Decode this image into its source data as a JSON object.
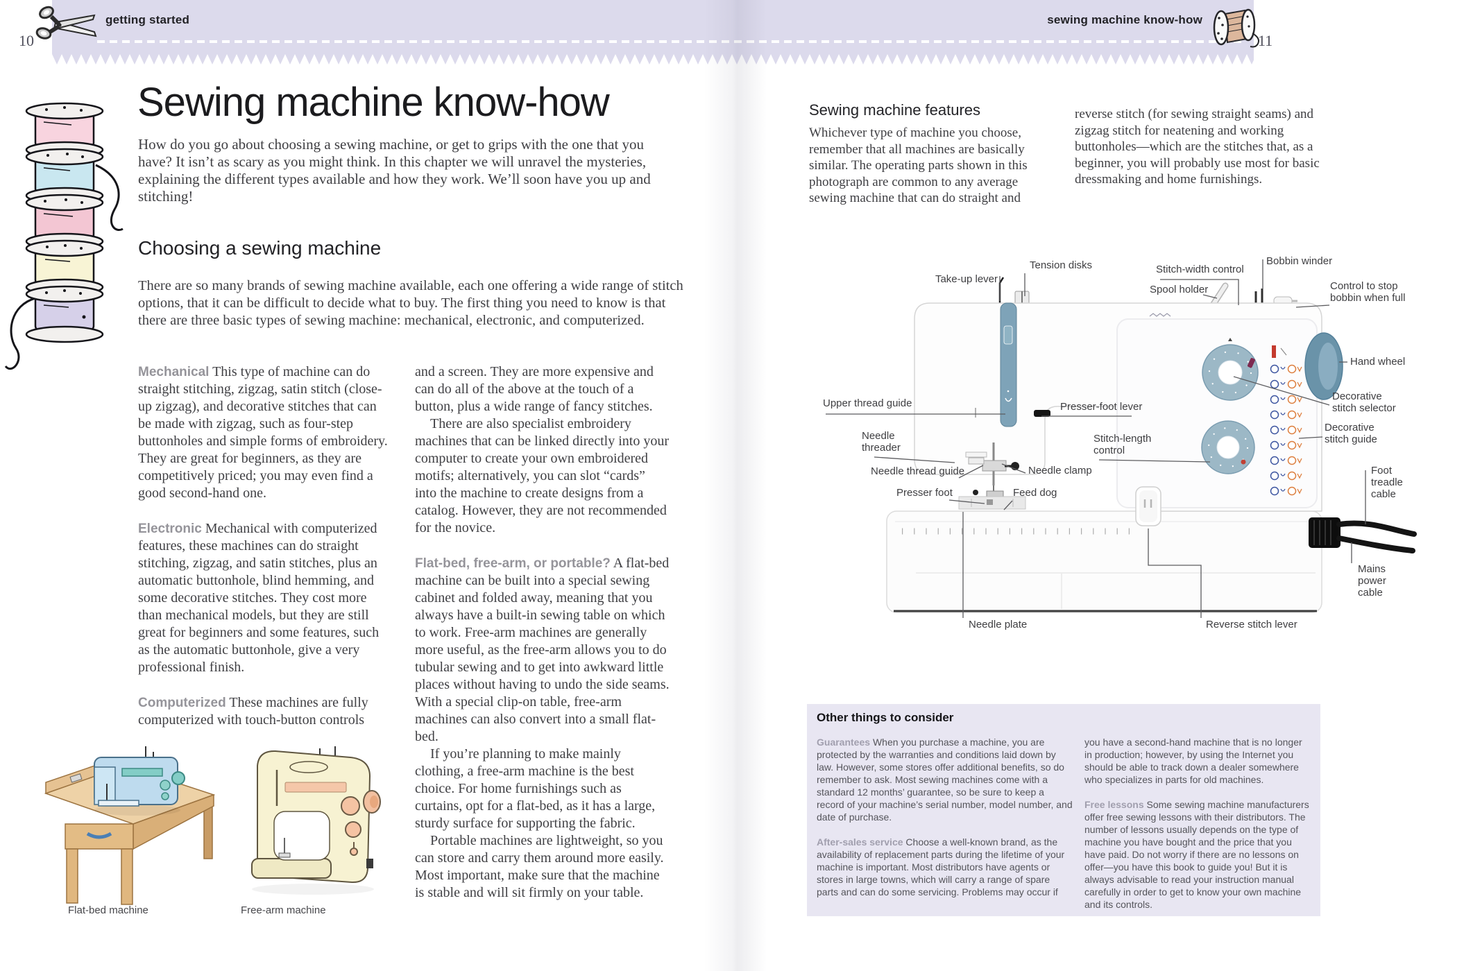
{
  "colors": {
    "band": "#dcdaec",
    "box_bg": "#e8e6f2",
    "lead_gray": "#95949a",
    "box_lead": "#a19fae",
    "text": "#3f3f43",
    "box_text": "#55555b",
    "heading": "#1b1b1e",
    "label": "#3e3e41",
    "caption": "#47474b",
    "page_number": "#50505c",
    "machine_blue": "#7ea3b8",
    "dial_blue": "#9cb8c6",
    "wheel_blue": "#6a93a9",
    "stitch_blue": "#3d55a0",
    "stitch_orange": "#dd7f3f",
    "leader": "#5b5b5e"
  },
  "header": {
    "left_title": "getting started",
    "right_title": "sewing machine know-how",
    "left_page_number": "10",
    "right_page_number": "11"
  },
  "left_page": {
    "title": "Sewing machine know-how",
    "intro": "How do you go about choosing a sewing machine, or get to grips with the one that you have? It isn’t as scary as you might think. In this chapter we will unravel the mysteries, explaining the different types available and how they work. We’ll soon have you up and stitching!",
    "section_heading": "Choosing a sewing machine",
    "section_intro": "There are so many brands of sewing machine available, each one offering a wide range of stitch options, that it can be difficult to decide what to buy. The first thing you need to know is that there are three basic types of sewing machine: mechanical, electronic, and computerized.",
    "col1": [
      {
        "lead": "Mechanical",
        "text": "This type of machine can do straight stitching, zigzag, satin stitch (close-up zigzag), and decorative stitches that can be made with zigzag, such as four-step buttonholes and simple forms of embroidery. They are great for beginners, as they are competitively priced; you may even find a good second-hand one."
      },
      {
        "lead": "Electronic",
        "text": "Mechanical with computerized features, these machines can do straight stitching, zigzag, and satin stitches, plus an automatic buttonhole, blind hemming, and some decorative stitches. They cost more than mechanical models, but they are still great for beginners and some features, such as the automatic buttonhole, give a very professional finish."
      },
      {
        "lead": "Computerized",
        "text": "These machines are fully computerized with touch-button controls"
      }
    ],
    "col2": [
      {
        "lead": "",
        "text": "and a screen. They are more expensive and can do all of the above at the touch of a button, plus a wide range of fancy stitches."
      },
      {
        "lead": "",
        "text": "There are also specialist embroidery machines that can be linked directly into your computer to create your own embroidered motifs; alternatively, you can slot “cards” into the machine to create designs from a catalog. However, they are not recommended for the novice."
      },
      {
        "lead": "Flat-bed, free-arm, or portable?",
        "text": "A flat-bed machine can be built into a special sewing cabinet and folded away, meaning that you always have a built-in sewing table on which to work. Free-arm machines are generally more useful, as the free-arm allows you to do tubular sewing and to get into awkward little places without having to undo the side seams. With a special clip-on table, free-arm machines can also convert into a small flat-bed."
      },
      {
        "lead": "",
        "text": "If you’re planning to make mainly clothing, a free-arm machine is the best choice. For home furnishings such as curtains, opt for a flat-bed, as it has a large, sturdy surface for supporting the fabric."
      },
      {
        "lead": "",
        "text": "Portable machines are lightweight, so you can store and carry them around more easily. Most important, make sure that the machine is stable and will sit firmly on your table."
      }
    ],
    "captions": {
      "flat_bed": "Flat-bed machine",
      "free_arm": "Free-arm machine"
    }
  },
  "right_page": {
    "features_heading": "Sewing machine features",
    "features_col1": "Whichever type of machine you choose, remember that all machines are basically similar. The operating parts shown in this photograph are common to any average sewing machine that can do straight and",
    "features_col2": "reverse stitch (for sewing straight seams) and zigzag stitch for neatening and working buttonholes—which are the stitches that, as a beginner, you will probably use most for basic dressmaking and home furnishings.",
    "diagram": {
      "labels": [
        "Take-up lever",
        "Tension disks",
        "Stitch-width control",
        "Spool holder",
        "Bobbin winder",
        "Control to stop bobbin when full",
        "Hand wheel",
        "Decorative stitch selector",
        "Decorative stitch guide",
        "Upper thread guide",
        "Presser-foot lever",
        "Needle threader",
        "Stitch-length control",
        "Needle thread guide",
        "Needle clamp",
        "Presser foot",
        "Feed dog",
        "Needle plate",
        "Reverse stitch lever",
        "Foot treadle cable",
        "Mains power cable"
      ]
    },
    "consider_box": {
      "heading": "Other things to consider",
      "col1": [
        {
          "lead": "Guarantees",
          "text": "When you purchase a machine, you are protected by the warranties and conditions laid down by law. However, some stores offer additional benefits, so do remember to ask. Most sewing machines come with a standard 12 months’ guarantee, so be sure to keep a record of your machine’s serial number, model number, and date of purchase."
        },
        {
          "lead": "After-sales service",
          "text": "Choose a well-known brand, as the availability of replacement parts during the lifetime of your machine is important. Most distributors have agents or stores in large towns, which will carry a range of spare parts and can do some servicing. Problems may occur if"
        }
      ],
      "col2": [
        {
          "lead": "",
          "text": "you have a second-hand machine that is no longer in production; however, by using the Internet you should be able to track down a dealer somewhere who specializes in parts for old machines."
        },
        {
          "lead": "Free lessons",
          "text": "Some sewing machine manufacturers offer free sewing lessons with their distributors. The number of lessons usually depends on the type of machine you have bought and the price that you have paid. Do not worry if there are no lessons on offer—you have this book to guide you! But it is always advisable to read your instruction manual carefully in order to get to know your own machine and its controls."
        }
      ]
    }
  }
}
